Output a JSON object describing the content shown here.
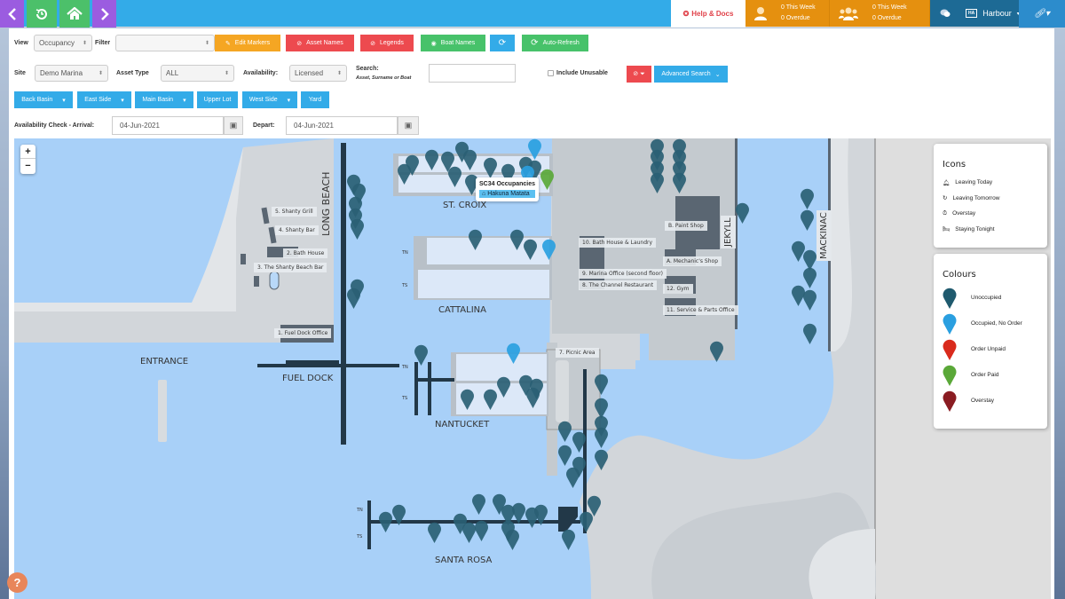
{
  "topbar": {
    "help_label": "Help & Docs",
    "arrivals": {
      "week": "0 This Week",
      "overdue": "0 Overdue"
    },
    "departures": {
      "week": "0 This Week",
      "overdue": "0 Overdue"
    },
    "org_badge": "HA",
    "org_name": "Harbour"
  },
  "filters": {
    "view_label": "View",
    "view_value": "Occupancy",
    "filter_label": "Filter",
    "filter_value": "",
    "site_label": "Site",
    "site_value": "Demo Marina",
    "asset_type_label": "Asset Type",
    "asset_type_value": "ALL",
    "availability_label": "Availability:",
    "availability_value": "Licensed",
    "search_label": "Search:",
    "search_hint": "Asset, Surname or Boat",
    "search_value": "",
    "include_unusable_label": "Include Unusable",
    "advanced_search_label": "Advanced Search",
    "arrival_label": "Availability Check - Arrival:",
    "arrival_value": "04-Jun-2021",
    "depart_label": "Depart:",
    "depart_value": "04-Jun-2021"
  },
  "actions": {
    "edit_markers": "Edit Markers",
    "asset_names": "Asset Names",
    "legends": "Legends",
    "boat_names": "Boat Names",
    "auto_refresh": "Auto-Refresh"
  },
  "areas": [
    {
      "label": "Back Basin",
      "dropdown": true
    },
    {
      "label": "East Side",
      "dropdown": true
    },
    {
      "label": "Main Basin",
      "dropdown": true
    },
    {
      "label": "Upper Lot",
      "dropdown": false
    },
    {
      "label": "West Side",
      "dropdown": true
    },
    {
      "label": "Yard",
      "dropdown": false
    }
  ],
  "map": {
    "zoom_in": "+",
    "zoom_out": "−",
    "docks": {
      "long_beach": "LONG BEACH",
      "st_croix": "ST. CROIX",
      "cattalina": "CATTALINA",
      "nantucket": "NANTUCKET",
      "santa_rosa": "SANTA ROSA",
      "jekyll": "JEKYLL",
      "mackinac": "MACKINAC",
      "fuel_dock": "FUEL DOCK",
      "entrance": "ENTRANCE"
    },
    "buildings": {
      "b1": "1. Fuel Dock Office",
      "b2": "2. Bath House",
      "b3": "3. The Shanty Beach Bar",
      "b4": "4. Shanty Bar",
      "b5": "5. Shanty Grill",
      "b7": "7. Picnic Area",
      "b8": "8. The Channel Restaurant",
      "b9": "9. Marina Office (second floor)",
      "b10": "10. Bath House & Laundry",
      "b11": "11. Service & Parts Office",
      "b12": "12. Gym",
      "bA": "A. Mechanic's Shop",
      "bB": "B. Paint Shop"
    },
    "tooltip": {
      "title": "SC34 Occupancies",
      "link": "Hakuna Matata"
    }
  },
  "legend_icons": {
    "title": "Icons",
    "items": [
      "Leaving Today",
      "Leaving Tomorrow",
      "Overstay",
      "Staying Tonight"
    ]
  },
  "legend_colours": {
    "title": "Colours",
    "items": [
      {
        "label": "Unoccupied",
        "color": "#1f5a6e"
      },
      {
        "label": "Occupied, No Order",
        "color": "#2a9fe0"
      },
      {
        "label": "Order Unpaid",
        "color": "#d92a1c"
      },
      {
        "label": "Order Paid",
        "color": "#5aa838"
      },
      {
        "label": "Overstay",
        "color": "#8a1c22"
      }
    ]
  },
  "help_fab": "?"
}
